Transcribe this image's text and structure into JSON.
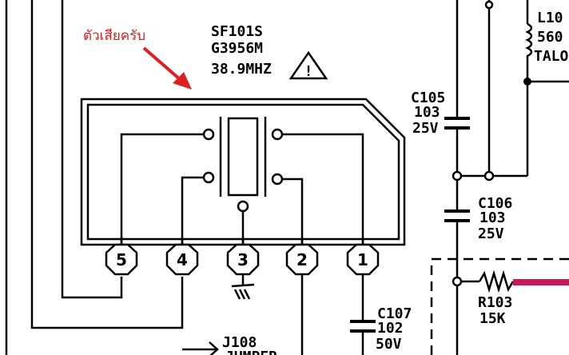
{
  "annotation": {
    "text": "ตัวเสียครับ",
    "color": "#e02020"
  },
  "filter_labels": {
    "part": "SF101S",
    "code": "G3956M",
    "freq": "38.9MHZ",
    "warning_symbol": "!"
  },
  "pins": [
    "5",
    "4",
    "3",
    "2",
    "1"
  ],
  "capacitors": [
    {
      "ref": "C105",
      "value": "103",
      "voltage": "25V"
    },
    {
      "ref": "C106",
      "value": "103",
      "voltage": "25V"
    },
    {
      "ref": "C107",
      "value": "102",
      "voltage": "50V"
    }
  ],
  "inductor": {
    "ref": "L10",
    "value": "560",
    "extra": "TALO"
  },
  "resistor": {
    "ref": "R103",
    "value": "15K"
  },
  "jumper": {
    "ref": "J108",
    "sub": "JUMPER"
  },
  "colors": {
    "line": "#000000",
    "arrow": "#e02020",
    "highlight": "#c8185a"
  }
}
